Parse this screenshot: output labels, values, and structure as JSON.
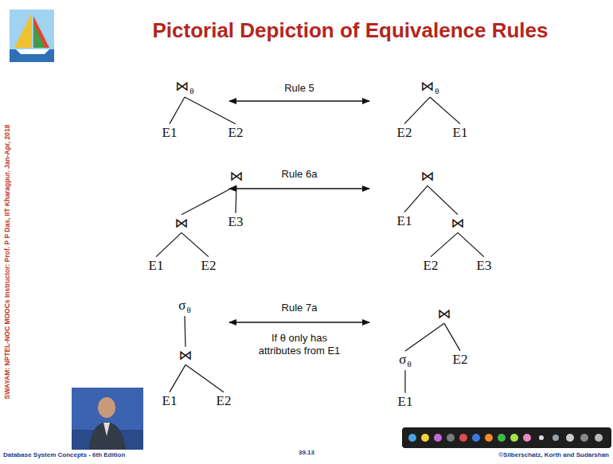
{
  "diagram": {
    "title": "Pictorial Depiction of Equivalence Rules",
    "nodes": [
      {
        "text": [
          "⋈",
          "θ"
        ]
      },
      {
        "text": [
          "E1"
        ]
      },
      {
        "text": [
          "E2"
        ]
      },
      {
        "text": [
          "⋈",
          "θ"
        ]
      },
      {
        "text": [
          "E2"
        ]
      },
      {
        "text": [
          "E1"
        ]
      },
      {
        "text": [
          "⋈"
        ]
      },
      {
        "text": [
          "⋈"
        ]
      },
      {
        "text": [
          "E3"
        ]
      },
      {
        "text": [
          "E1"
        ]
      },
      {
        "text": [
          "E2"
        ]
      },
      {
        "text": [
          "⋈"
        ]
      },
      {
        "text": [
          "E1"
        ]
      },
      {
        "text": [
          "⋈"
        ]
      },
      {
        "text": [
          "E2"
        ]
      },
      {
        "text": [
          "E3"
        ]
      },
      {
        "text": [
          "σ",
          "θ"
        ]
      },
      {
        "text": [
          "⋈"
        ]
      },
      {
        "text": [
          "E1"
        ]
      },
      {
        "text": [
          "E2"
        ]
      },
      {
        "text": [
          "⋈"
        ]
      },
      {
        "text": [
          "σ",
          "θ"
        ]
      },
      {
        "text": [
          "E2"
        ]
      },
      {
        "text": [
          "E1"
        ]
      }
    ],
    "edges": [
      {
        "from": 0,
        "to": 1,
        "arrow": "none"
      },
      {
        "from": 0,
        "to": 2,
        "arrow": "none"
      },
      {
        "from": 3,
        "to": 4,
        "arrow": "none"
      },
      {
        "from": 3,
        "to": 5,
        "arrow": "none"
      },
      {
        "from": 6,
        "to": 7,
        "arrow": "none"
      },
      {
        "from": 6,
        "to": 8,
        "arrow": "none"
      },
      {
        "from": 7,
        "to": 9,
        "arrow": "none"
      },
      {
        "from": 7,
        "to": 10,
        "arrow": "none"
      },
      {
        "from": 11,
        "to": 12,
        "arrow": "none"
      },
      {
        "from": 11,
        "to": 13,
        "arrow": "none"
      },
      {
        "from": 13,
        "to": 14,
        "arrow": "none"
      },
      {
        "from": 13,
        "to": 15,
        "arrow": "none"
      },
      {
        "from": 16,
        "to": 17,
        "arrow": "none"
      },
      {
        "from": 17,
        "to": 18,
        "arrow": "none"
      },
      {
        "from": 17,
        "to": 19,
        "arrow": "none"
      },
      {
        "from": 20,
        "to": 21,
        "arrow": "none"
      },
      {
        "from": 20,
        "to": 22,
        "arrow": "none"
      },
      {
        "from": 21,
        "to": 23,
        "arrow": "none"
      }
    ],
    "labels": [
      "Rule 5",
      "Rule 6a",
      "Rule 7a",
      "If θ only has attributes from E1",
      "SWAYAM: NPTEL-NOC MOOCs Instructor: Prof. P P Das, IIT Kharagpur. Jan-Apr, 2018",
      "Database System Concepts - 6th Edition",
      "39.13",
      "©Silberschatz, Korth and Sudarshan"
    ]
  }
}
